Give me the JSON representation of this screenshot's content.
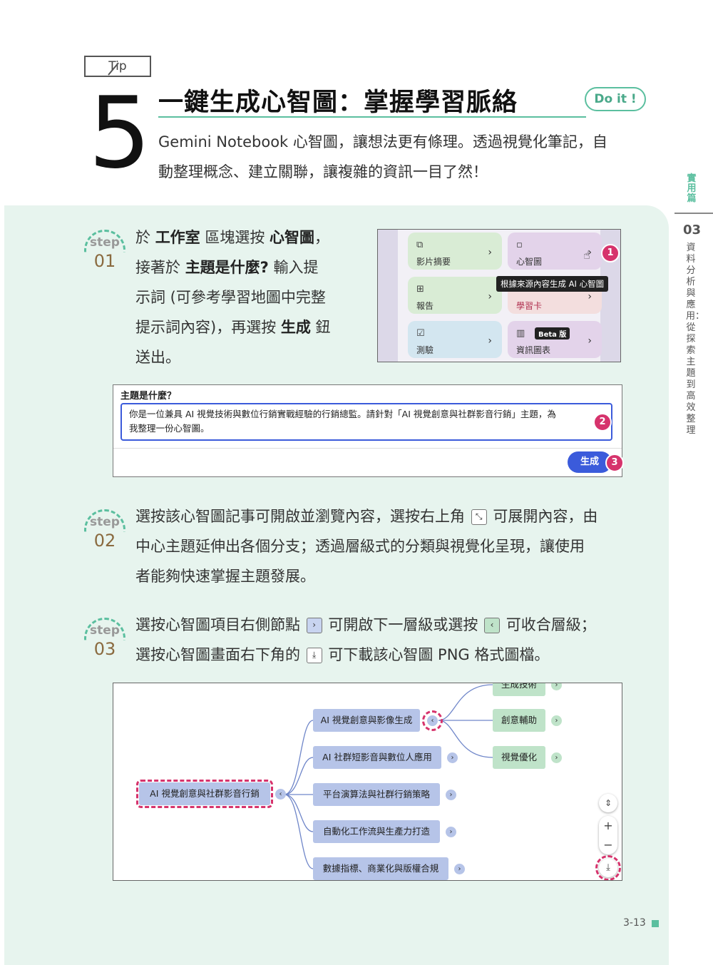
{
  "header": {
    "tip_label": "Tip",
    "tip_number": "5",
    "title": "一鍵生成心智圖：掌握學習脈絡",
    "do_it": "Do it !",
    "subtitle_line1": "Gemini Notebook 心智圖，讓想法更有條理。透過視覺化筆記，自",
    "subtitle_line2": "動整理概念、建立關聯，讓複雜的資訊一目了然！"
  },
  "side": {
    "section": "實用篇",
    "chapter_num": "03",
    "chapter_title": "資料分析與應用：從探索主題到高效整理"
  },
  "steps": [
    {
      "word": "step",
      "num": "01"
    },
    {
      "word": "step",
      "num": "02"
    },
    {
      "word": "step",
      "num": "03"
    }
  ],
  "step1": {
    "l1a": "於 ",
    "l1b": "工作室",
    "l1c": " 區塊選按 ",
    "l1d": "心智圖",
    "l1e": "，",
    "l2a": "接著於 ",
    "l2b": "主題是什麼?",
    "l2c": " 輸入提",
    "l3": "示詞 (可參考學習地圖中完整",
    "l4a": "提示詞內容)，再選按 ",
    "l4b": "生成",
    "l4c": " 鈕",
    "l5": "送出。"
  },
  "studio": {
    "cards": [
      {
        "label": "影片摘要",
        "icon": "video-summary-icon"
      },
      {
        "label": "心智圖",
        "icon": "mindmap-icon"
      },
      {
        "label": "報告",
        "icon": "report-icon"
      },
      {
        "label": "學習卡",
        "icon": "flashcard-icon"
      },
      {
        "label": "測驗",
        "icon": "quiz-icon"
      },
      {
        "label": "資訊圖表",
        "icon": "infographic-icon"
      }
    ],
    "tooltip": "根據來源內容生成 AI 心智圖",
    "beta": "Beta 版",
    "badge": "1",
    "colors": {
      "green": "#d9ecd5",
      "purple": "#e3d3ea",
      "pink": "#f3dede",
      "blue": "#d3e6f0"
    }
  },
  "prompt": {
    "question": "主題是什麼？",
    "text_line1": "你是一位兼具 AI 視覺技術與數位行銷實戰經驗的行銷總監。請針對「AI 視覺創意與社群影音行銷」主題，為",
    "text_line2": "我整理一份心智圖。",
    "badge2": "2",
    "generate": "生成",
    "badge3": "3"
  },
  "step2": {
    "l1a": "選按該心智圖記事可開啟並瀏覽內容，選按右上角",
    "l1b": "可展開內容，由",
    "l2": "中心主題延伸出各個分支；透過層級式的分類與視覺化呈現，讓使用",
    "l3": "者能夠快速掌握主題發展。",
    "expand_icon": "expand-icon"
  },
  "step3": {
    "l1a": "選按心智圖項目右側節點",
    "l1b": "可開啟下一層級或選按",
    "l1c": "可收合層級；",
    "l2a": "選按心智圖畫面右下角的",
    "l2b": "可下載該心智圖 PNG 格式圖檔。"
  },
  "mindmap": {
    "root": "AI 視覺創意與社群影音行銷",
    "branches": [
      "AI 視覺創意與影像生成",
      "AI 社群短影音與數位人應用",
      "平台演算法與社群行銷策略",
      "自動化工作流與生產力打造",
      "數據指標、商業化與版權合規"
    ],
    "sub": [
      "生成技術",
      "創意輔助",
      "視覺優化"
    ],
    "controls": {
      "zoom_in": "+",
      "zoom_out": "−"
    }
  },
  "footer": {
    "page": "3-13"
  }
}
